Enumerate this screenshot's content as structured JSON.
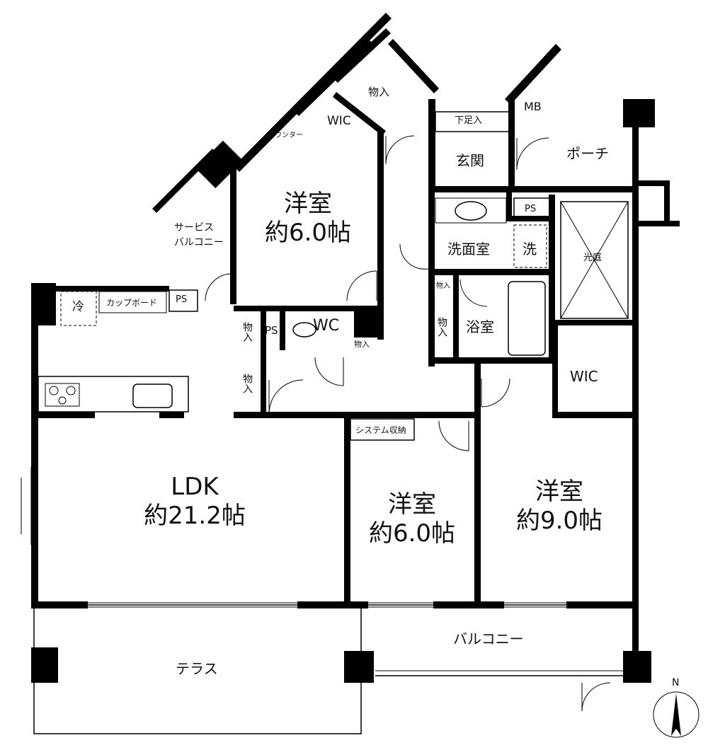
{
  "rooms": {
    "bedroom_north": {
      "name": "洋室",
      "size": "約6.0帖"
    },
    "ldk": {
      "name": "LDK",
      "size": "約21.2帖"
    },
    "bedroom_center": {
      "name": "洋室",
      "size": "約6.0帖"
    },
    "bedroom_east": {
      "name": "洋室",
      "size": "約9.0帖"
    }
  },
  "labels": {
    "storage_top": "物入",
    "wic_top": "WIC",
    "counter": "カウンター",
    "shoe_storage": "下足入",
    "mb": "MB",
    "entrance": "玄関",
    "porch": "ポーチ",
    "service_balcony": "サービス\nバルコニー",
    "ps_wash": "PS",
    "washroom": "洗面室",
    "washer": "洗",
    "light_court": "光庭",
    "fridge": "冷",
    "cupboard": "カップボード",
    "ps_kitchen": "PS",
    "storage_small": "物入",
    "storage_left1": "物入",
    "ps_wc": "PS",
    "wc": "WC",
    "storage_wc": "物入",
    "bath": "浴室",
    "storage_bath": "物入",
    "storage_left2": "物入",
    "wic_east": "WIC",
    "system_storage": "システム収納",
    "balcony": "バルコニー",
    "terrace": "テラス",
    "north": "N"
  }
}
